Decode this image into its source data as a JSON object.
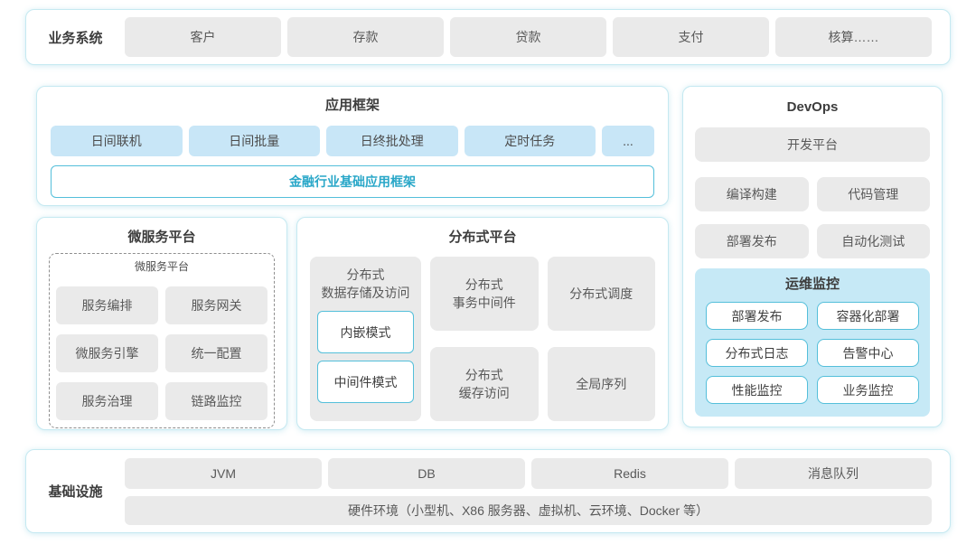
{
  "business": {
    "label": "业务系统",
    "items": [
      "客户",
      "存款",
      "贷款",
      "支付",
      "核算……"
    ]
  },
  "app_framework": {
    "title": "应用框架",
    "items": [
      "日间联机",
      "日间批量",
      "日终批处理",
      "定时任务",
      "..."
    ],
    "base_label": "金融行业基础应用框架"
  },
  "devops": {
    "title": "DevOps",
    "platform_label": "开发平台",
    "items": [
      "编译构建",
      "代码管理",
      "部署发布",
      "自动化测试"
    ],
    "monitoring": {
      "title": "运维监控",
      "items": [
        "部署发布",
        "容器化部署",
        "分布式日志",
        "告警中心",
        "性能监控",
        "业务监控"
      ]
    }
  },
  "microservice": {
    "title": "微服务平台",
    "inner_title": "微服务平台",
    "items": [
      "服务编排",
      "服务网关",
      "微服务引擎",
      "统一配置",
      "服务治理",
      "链路监控"
    ]
  },
  "distributed": {
    "title": "分布式平台",
    "storage": {
      "label": "分布式\n数据存储及访问",
      "modes": [
        "内嵌模式",
        "中间件模式"
      ]
    },
    "transaction_label": "分布式\n事务中间件",
    "schedule_label": "分布式调度",
    "cache_label": "分布式\n缓存访问",
    "sequence_label": "全局序列"
  },
  "infrastructure": {
    "label": "基础设施",
    "items": [
      "JVM",
      "DB",
      "Redis",
      "消息队列"
    ],
    "hardware_label": "硬件环境（小型机、X86 服务器、虚拟机、云环境、Docker 等）"
  },
  "colors": {
    "panel_border": "#c5e9f1",
    "gray_box": "#eaeaea",
    "blue_box": "#c8e6f7",
    "cyan_border": "#54bfda",
    "cyan_text": "#29a7c8",
    "monitor_bg": "#c6e9f6",
    "title_text": "#3d3d3d",
    "box_text": "#595959"
  }
}
